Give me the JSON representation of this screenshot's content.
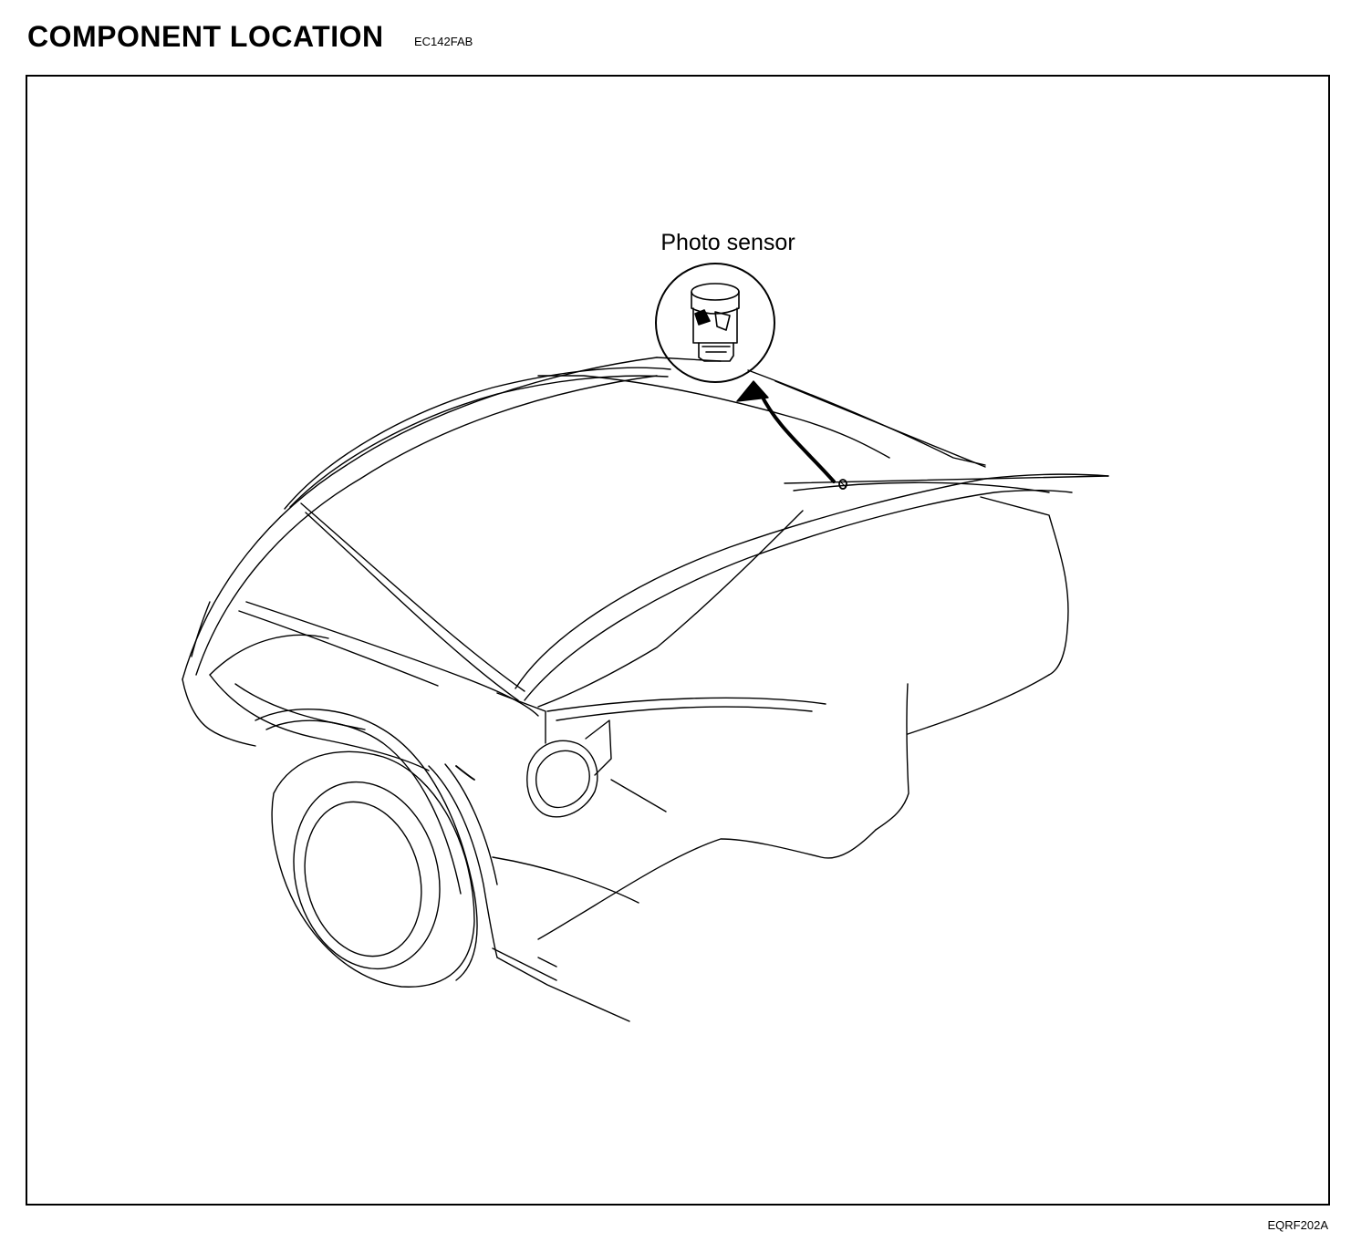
{
  "header": {
    "title": "COMPONENT LOCATION",
    "section_code": "EC142FAB"
  },
  "diagram": {
    "callout_label": "Photo sensor",
    "figure_code": "EQRF202A"
  },
  "colors": {
    "line": "#000000",
    "background": "#ffffff"
  }
}
